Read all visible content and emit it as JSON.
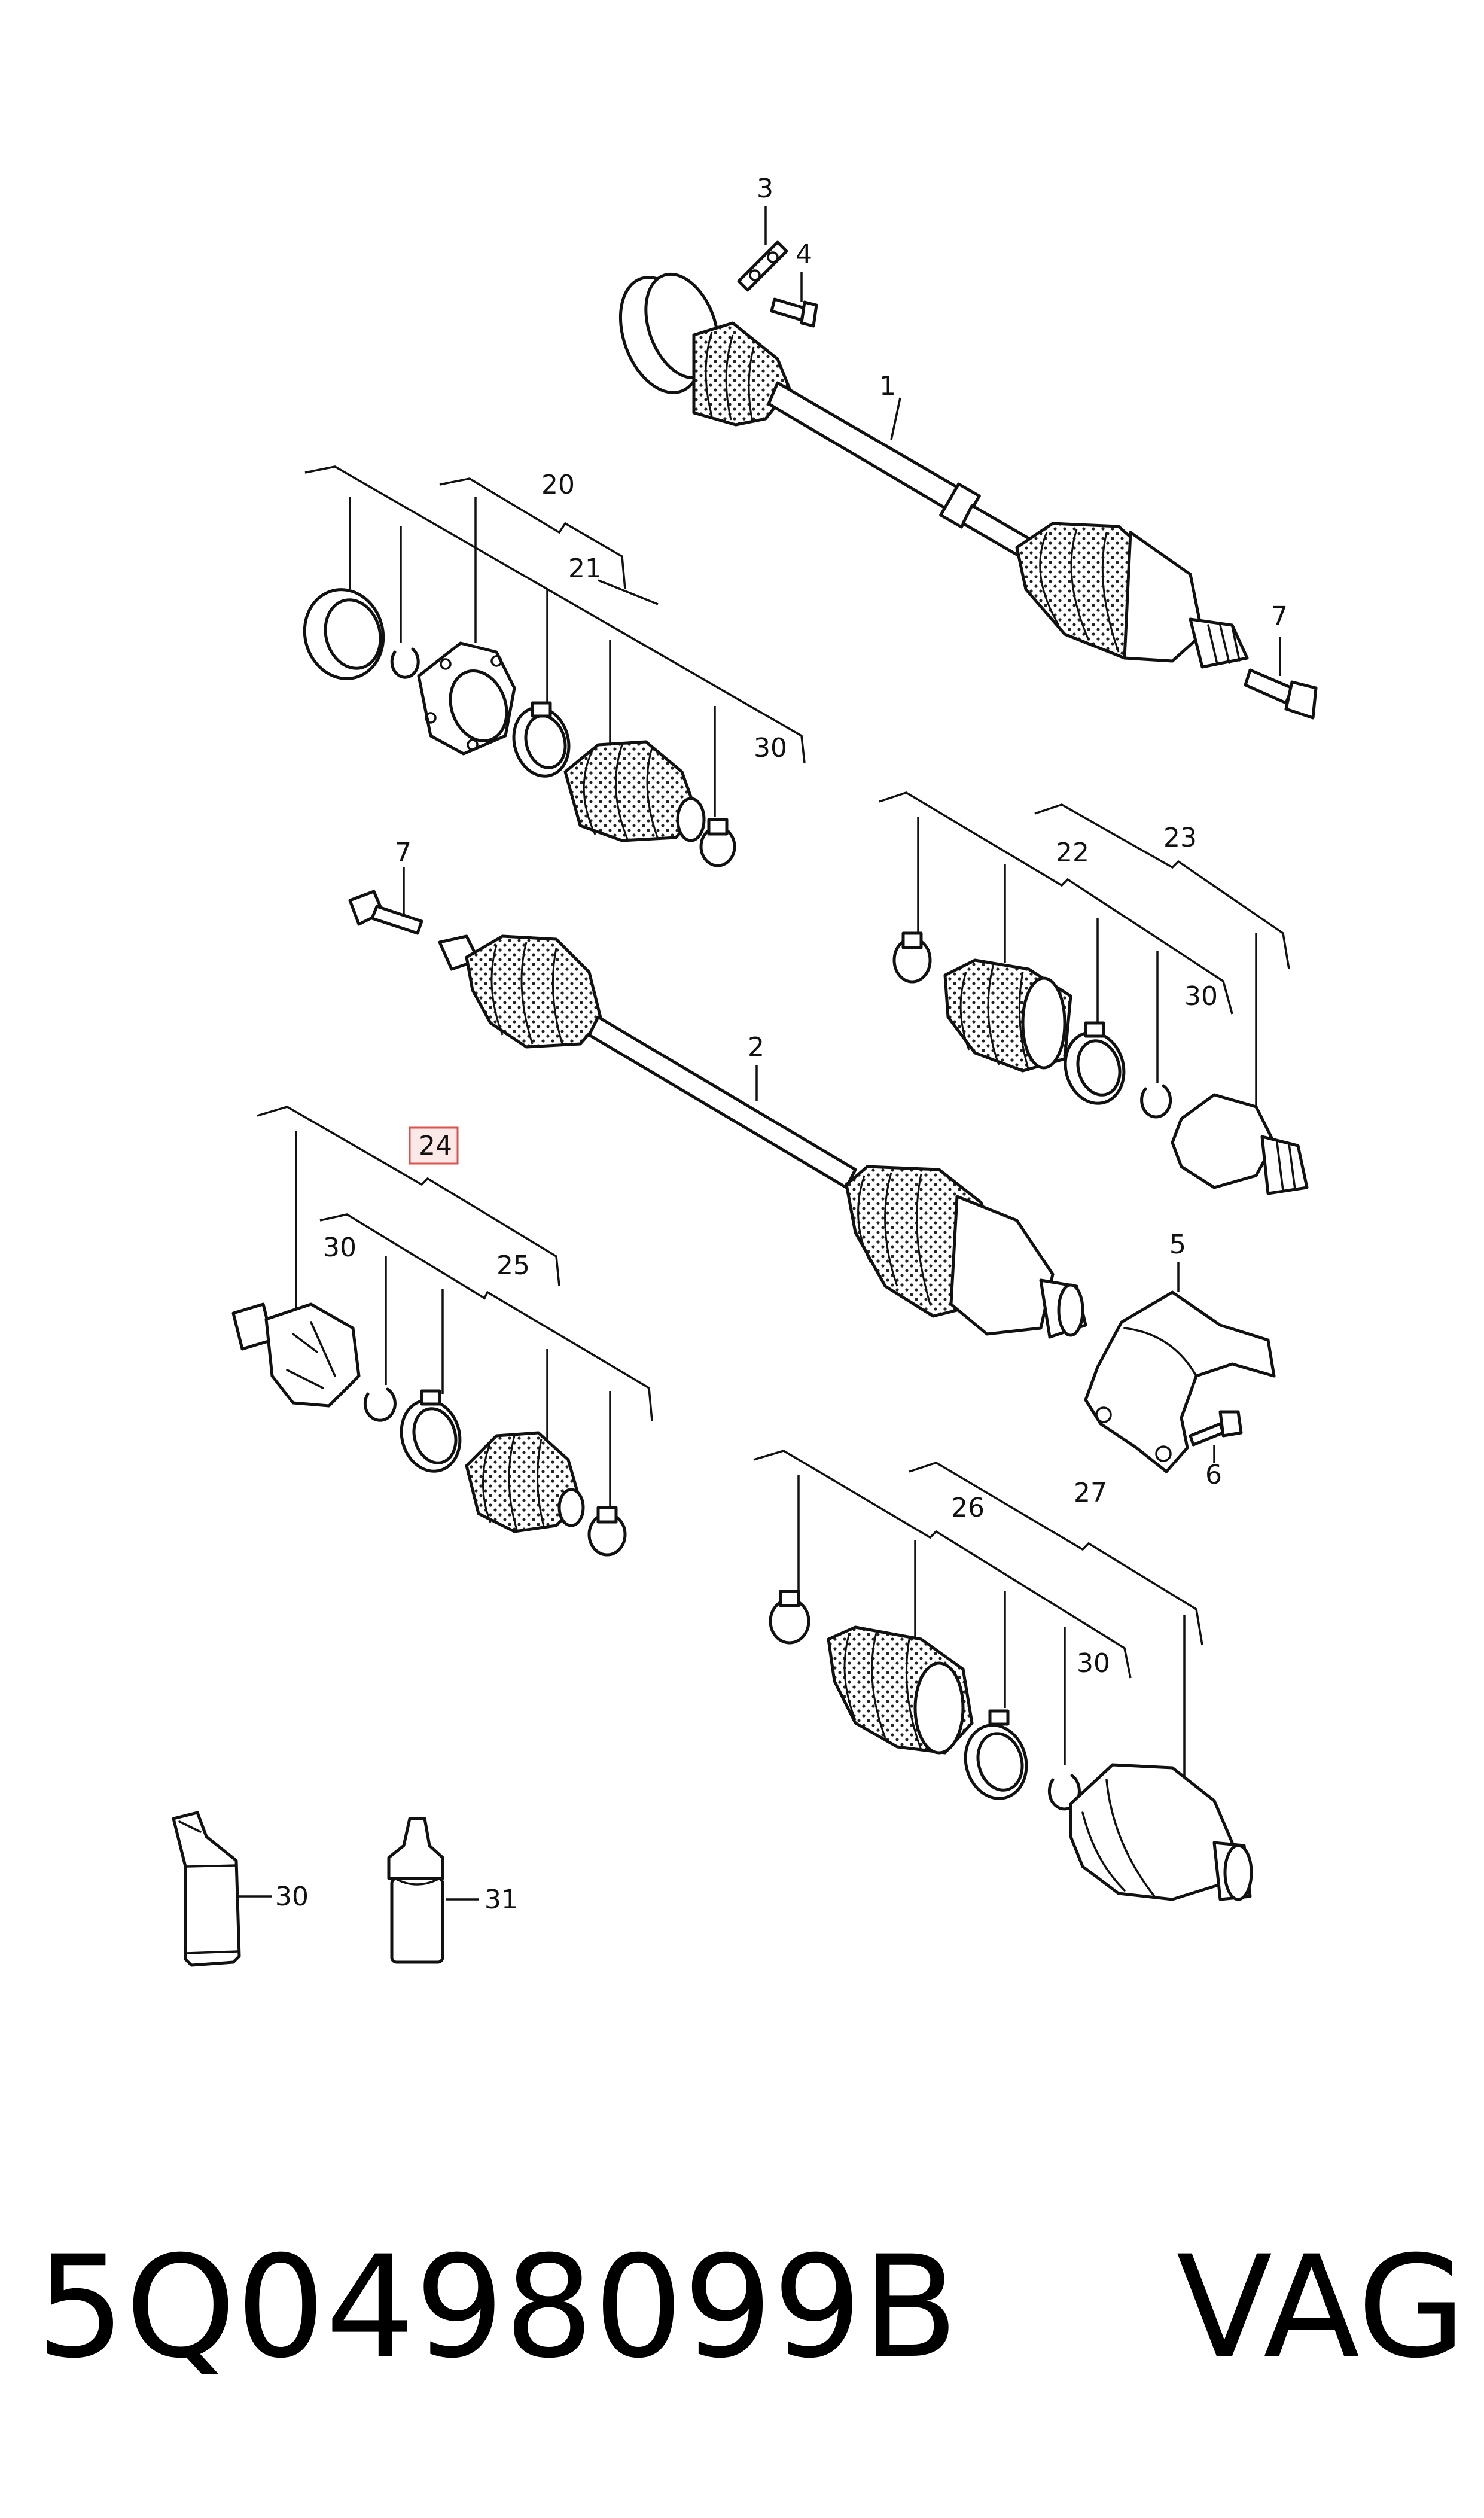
{
  "labels": {
    "l1": "1",
    "l2": "2",
    "l3": "3",
    "l4": "4",
    "l5": "5",
    "l6": "6",
    "l7a": "7",
    "l7b": "7",
    "l20": "20",
    "l21": "21",
    "l22": "22",
    "l23": "23",
    "l24": "24",
    "l25": "25",
    "l26": "26",
    "l27": "27",
    "l30a": "30",
    "l30b": "30",
    "l30c": "30",
    "l30d": "30",
    "l30e": "30",
    "l31": "31"
  },
  "highlighted_label": "24",
  "footer": {
    "part_number": "5Q0498099B",
    "brand": "VAG"
  }
}
